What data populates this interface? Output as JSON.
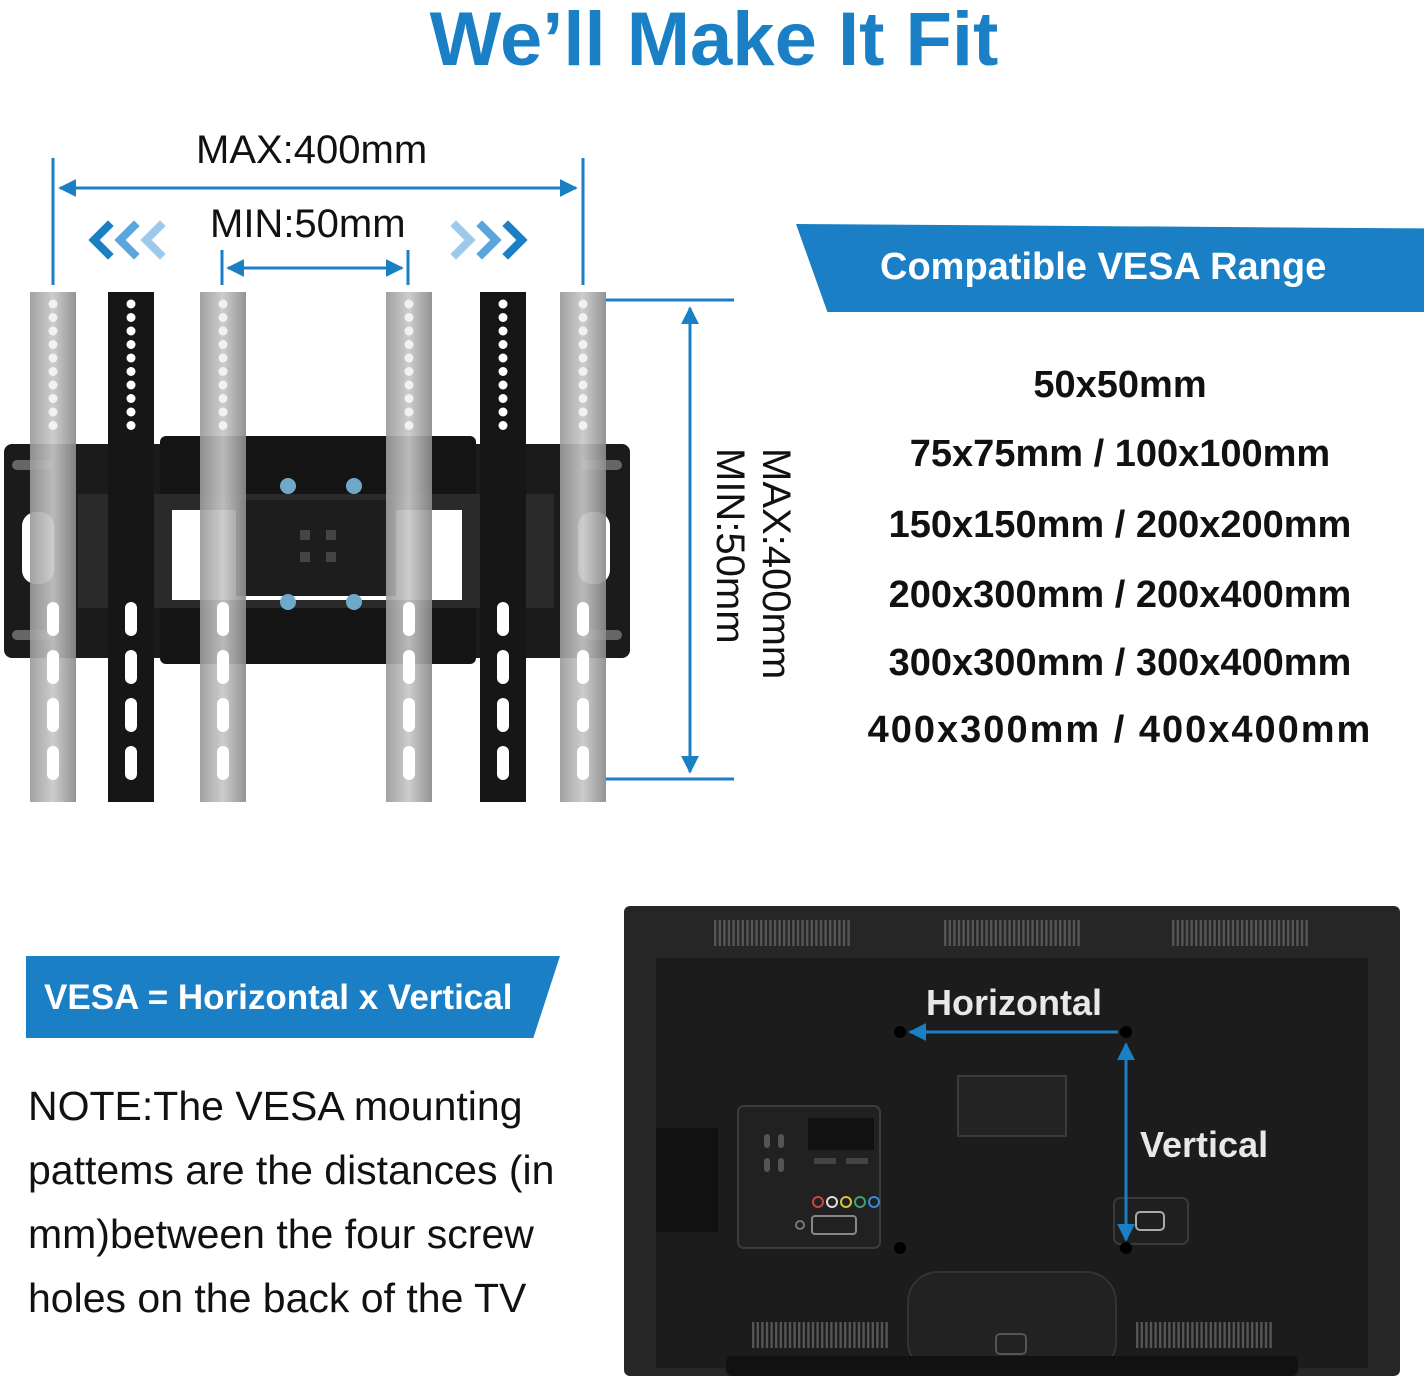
{
  "title": "We’ll Make It Fit",
  "bracket": {
    "max_horizontal": "MAX:400mm",
    "min_horizontal": "MIN:50mm",
    "max_vertical": "MAX:400mm",
    "min_vertical": "MIN:50mm"
  },
  "vesa": {
    "heading": "Compatible VESA Range",
    "sizes": [
      "50x50mm",
      "75x75mm / 100x100mm",
      "150x150mm / 200x200mm",
      "200x300mm / 200x400mm",
      "300x300mm / 300x400mm",
      "400x300mm / 400x400mm"
    ]
  },
  "definition": {
    "heading": "VESA = Horizontal x Vertical",
    "note": "NOTE:The VESA mounting pattems are the distances (in mm)between the four screw holes on the back of the TV"
  },
  "tv": {
    "horizontal_label": "Horizontal",
    "vertical_label": "Vertical"
  },
  "colors": {
    "accent": "#1a7fc4",
    "bracket_dark": "#111111",
    "bracket_gray": "#8c8c8c"
  }
}
